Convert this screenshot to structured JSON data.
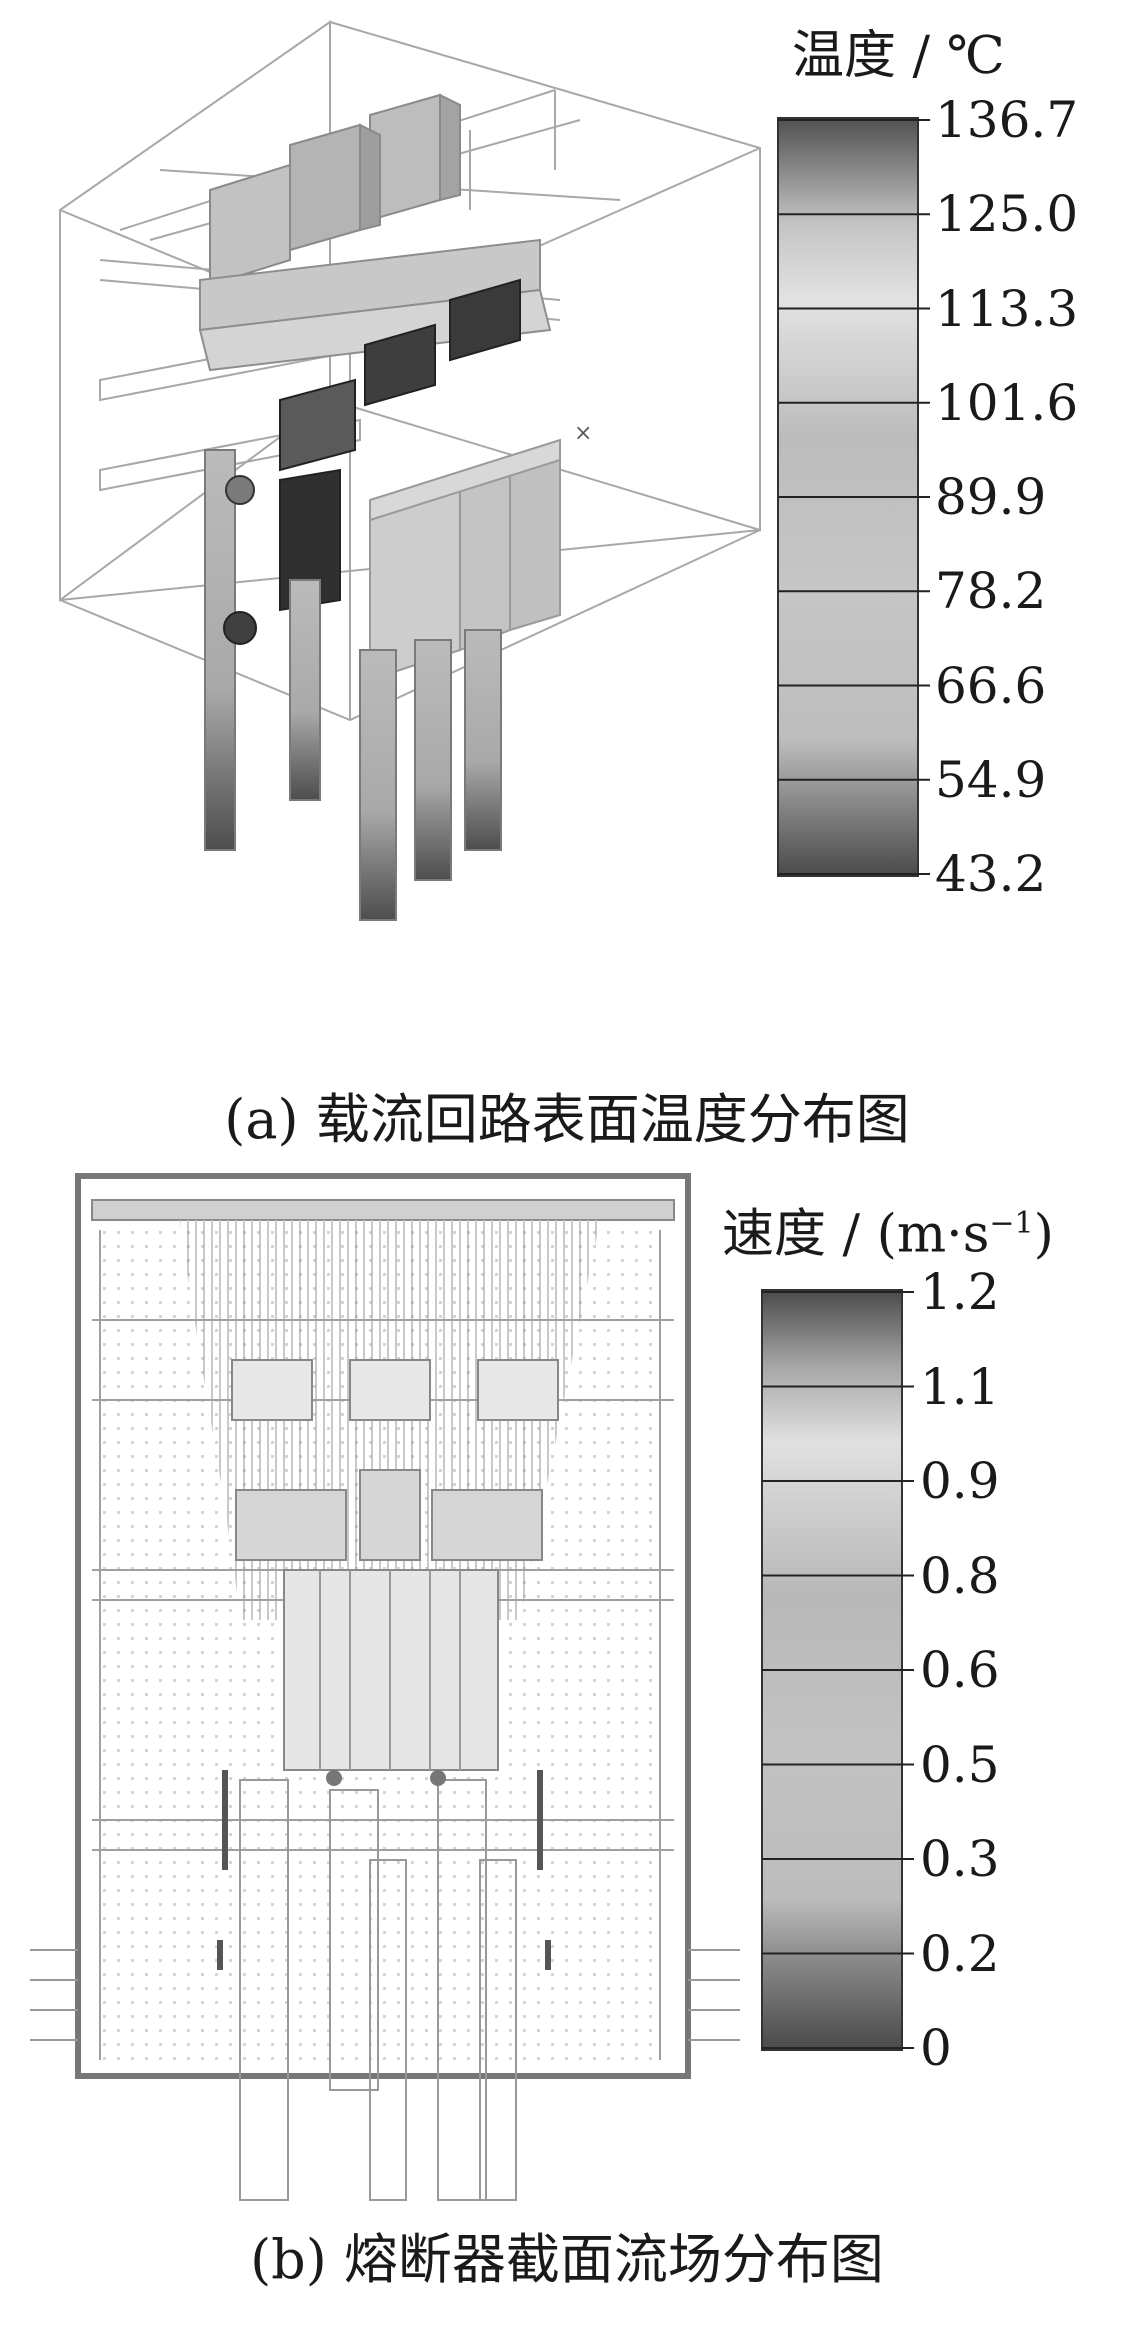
{
  "panel_a": {
    "caption": "(a)  载流回路表面温度分布图",
    "colorbar": {
      "title": "温度 / ℃",
      "ticks": [
        "136.7",
        "125.0",
        "113.3",
        "101.6",
        "89.9",
        "78.2",
        "66.6",
        "54.9",
        "43.2"
      ]
    }
  },
  "panel_b": {
    "caption": "(b)  熔断器截面流场分布图",
    "colorbar": {
      "title_main": "速度 / (m·s",
      "title_sup": "−1",
      "title_close": ")",
      "ticks": [
        "1.2",
        "1.1",
        "0.9",
        "0.8",
        "0.6",
        "0.5",
        "0.3",
        "0.2",
        "0"
      ]
    }
  }
}
